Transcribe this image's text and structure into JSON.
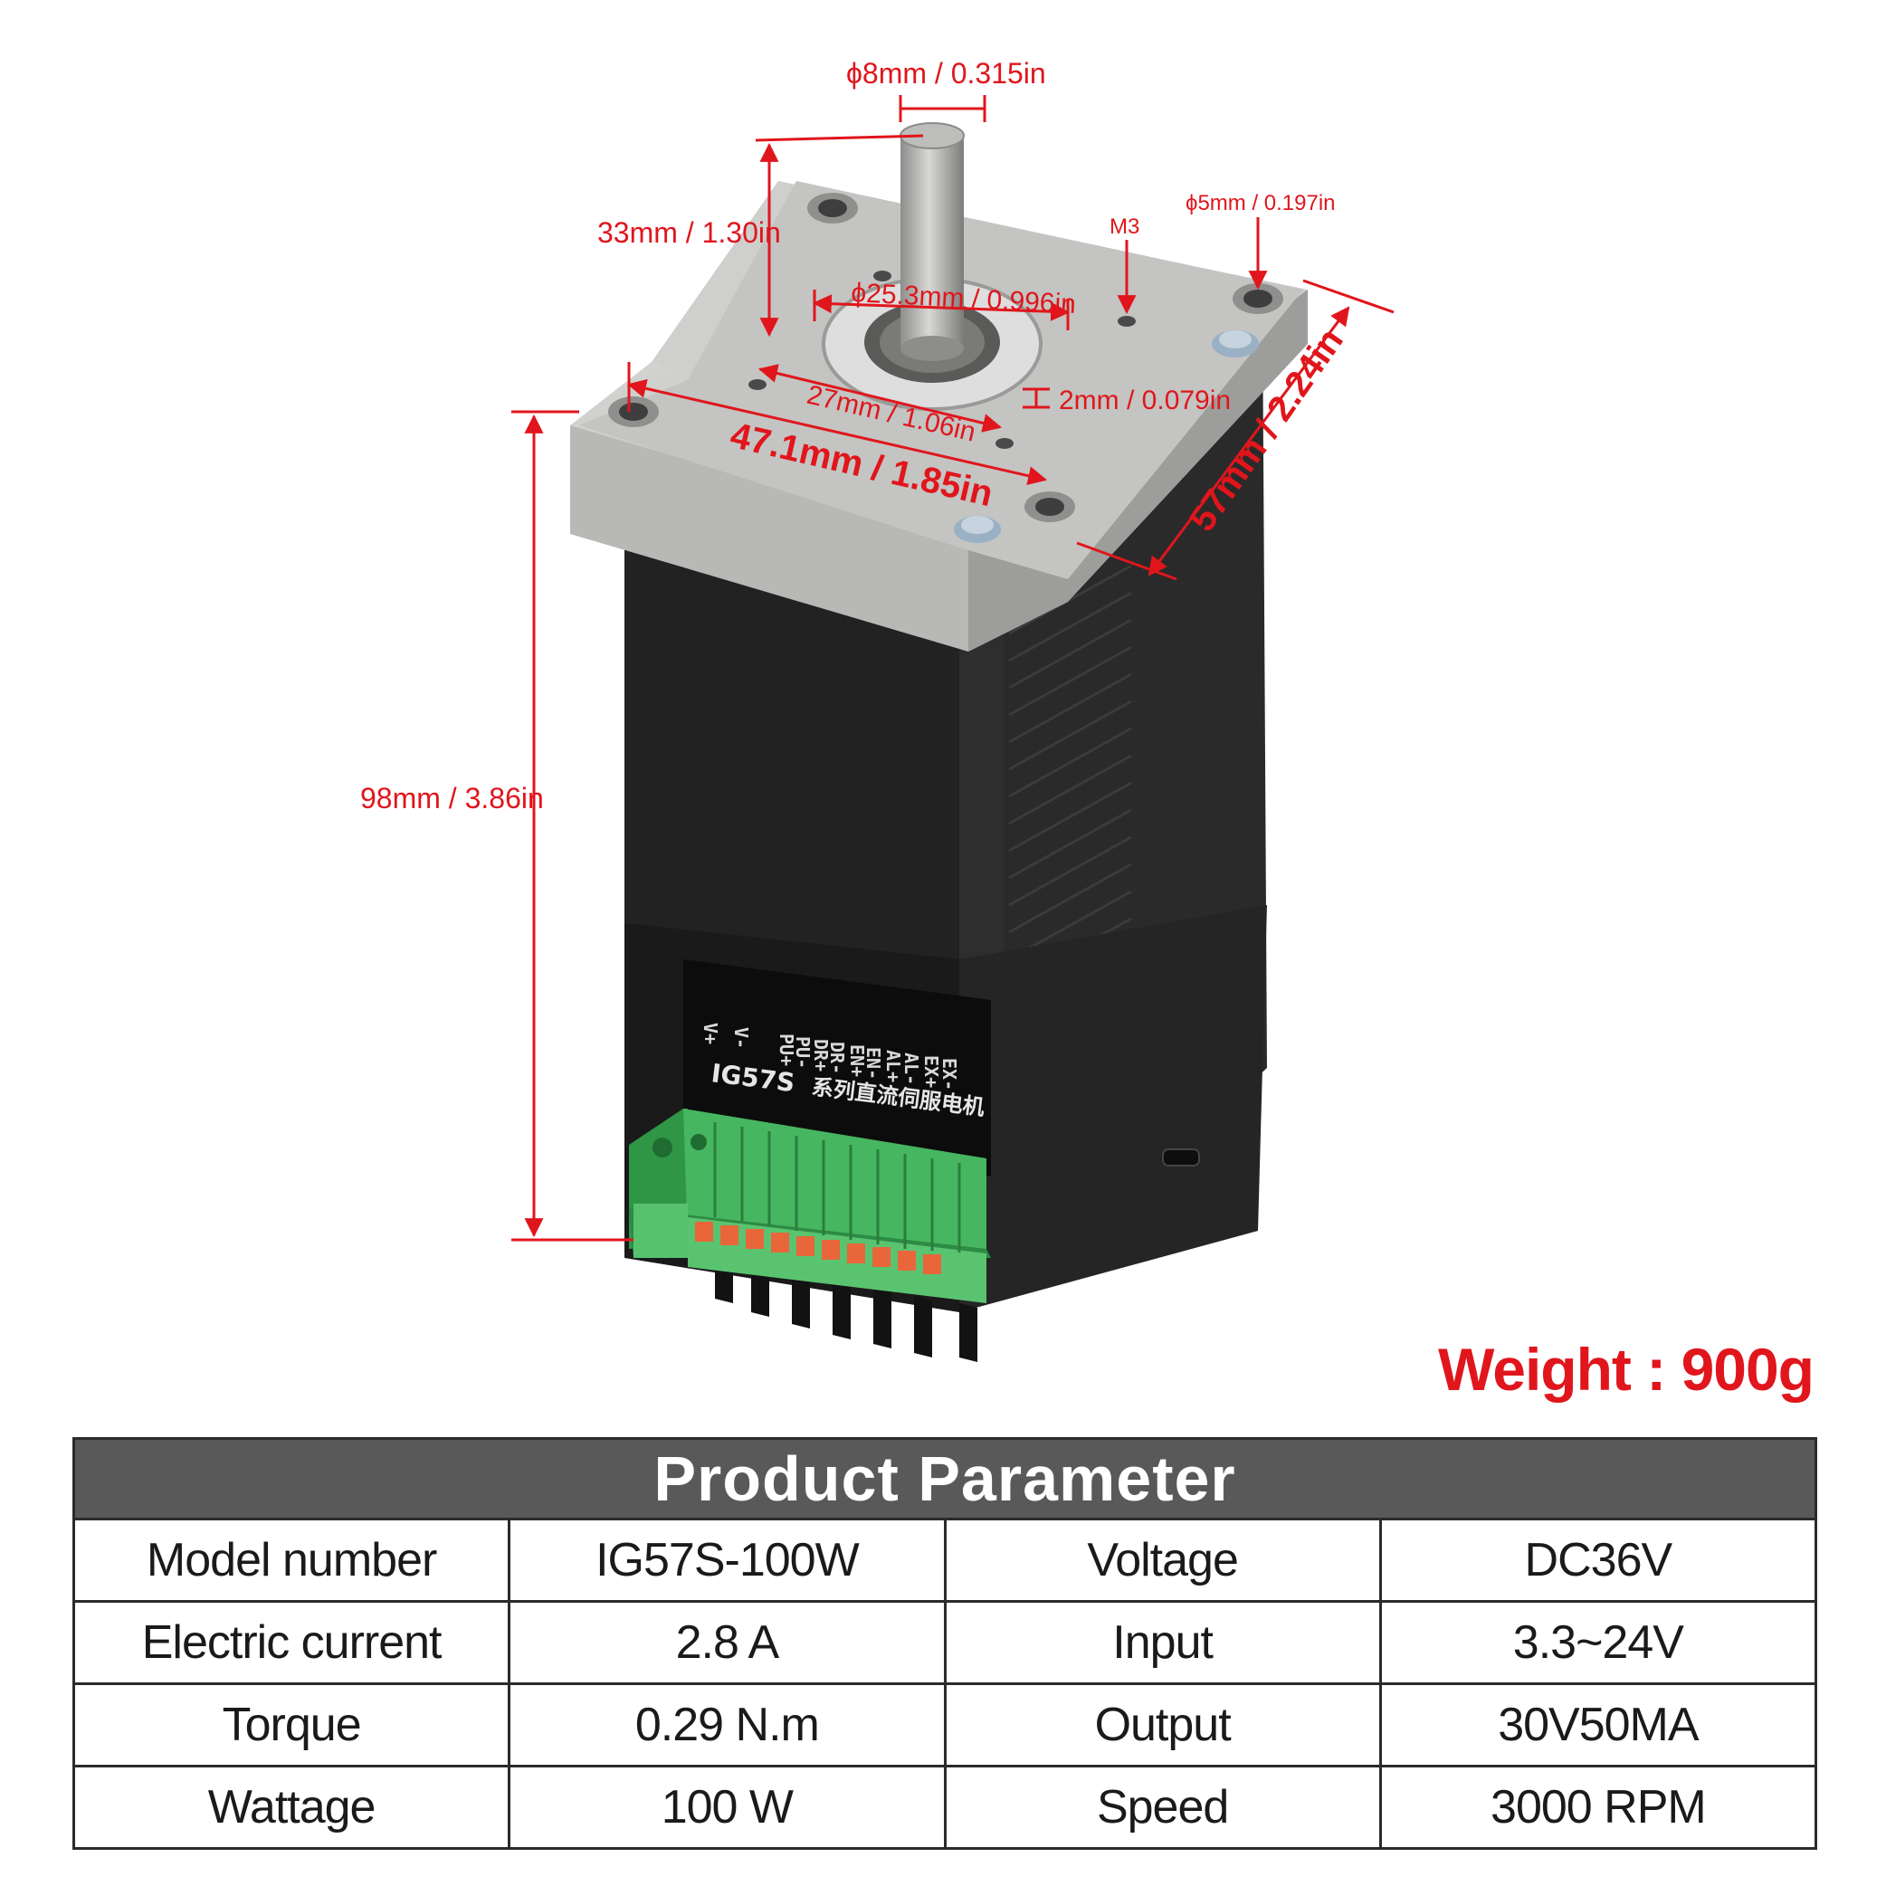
{
  "dimensions": {
    "shaft_diameter": "ϕ8mm / 0.315in",
    "shaft_length": "33mm / 1.30in",
    "hub_diameter": "ϕ25.3mm / 0.996in",
    "thread": "M3",
    "hole_diameter": "ϕ5mm / 0.197in",
    "hole_spacing": "27mm / 1.06in",
    "hub_height": "2mm / 0.079in",
    "bolt_spacing": "47.1mm / 1.85in",
    "flange_size": "57mm / 2.24in",
    "body_length": "98mm / 3.86in"
  },
  "label_on_motor": {
    "model": "IG57S",
    "chinese": "系列直流伺服电机",
    "pins": [
      "V+",
      "V-",
      "PU+",
      "PU-",
      "DR+",
      "DR-",
      "EN+",
      "EN-",
      "AL+",
      "AL-",
      "EX+",
      "EX-"
    ]
  },
  "weight": "Weight : 900g",
  "table": {
    "title": "Product Parameter",
    "rows": [
      [
        "Model number",
        "IG57S-100W",
        "Voltage",
        "DC36V"
      ],
      [
        "Electric current",
        "2.8 A",
        "Input",
        "3.3~24V"
      ],
      [
        "Torque",
        "0.29 N.m",
        "Output",
        "30V50MA"
      ],
      [
        "Wattage",
        "100 W",
        "Speed",
        "3000 RPM"
      ]
    ]
  },
  "colors": {
    "dimension_red": "#e0161c",
    "table_header": "#5a5959",
    "terminal_green": "#3fae5a",
    "terminal_orange": "#e8663a",
    "flange_silver": "#c9c9c7",
    "body_black": "#1f1f1f"
  }
}
